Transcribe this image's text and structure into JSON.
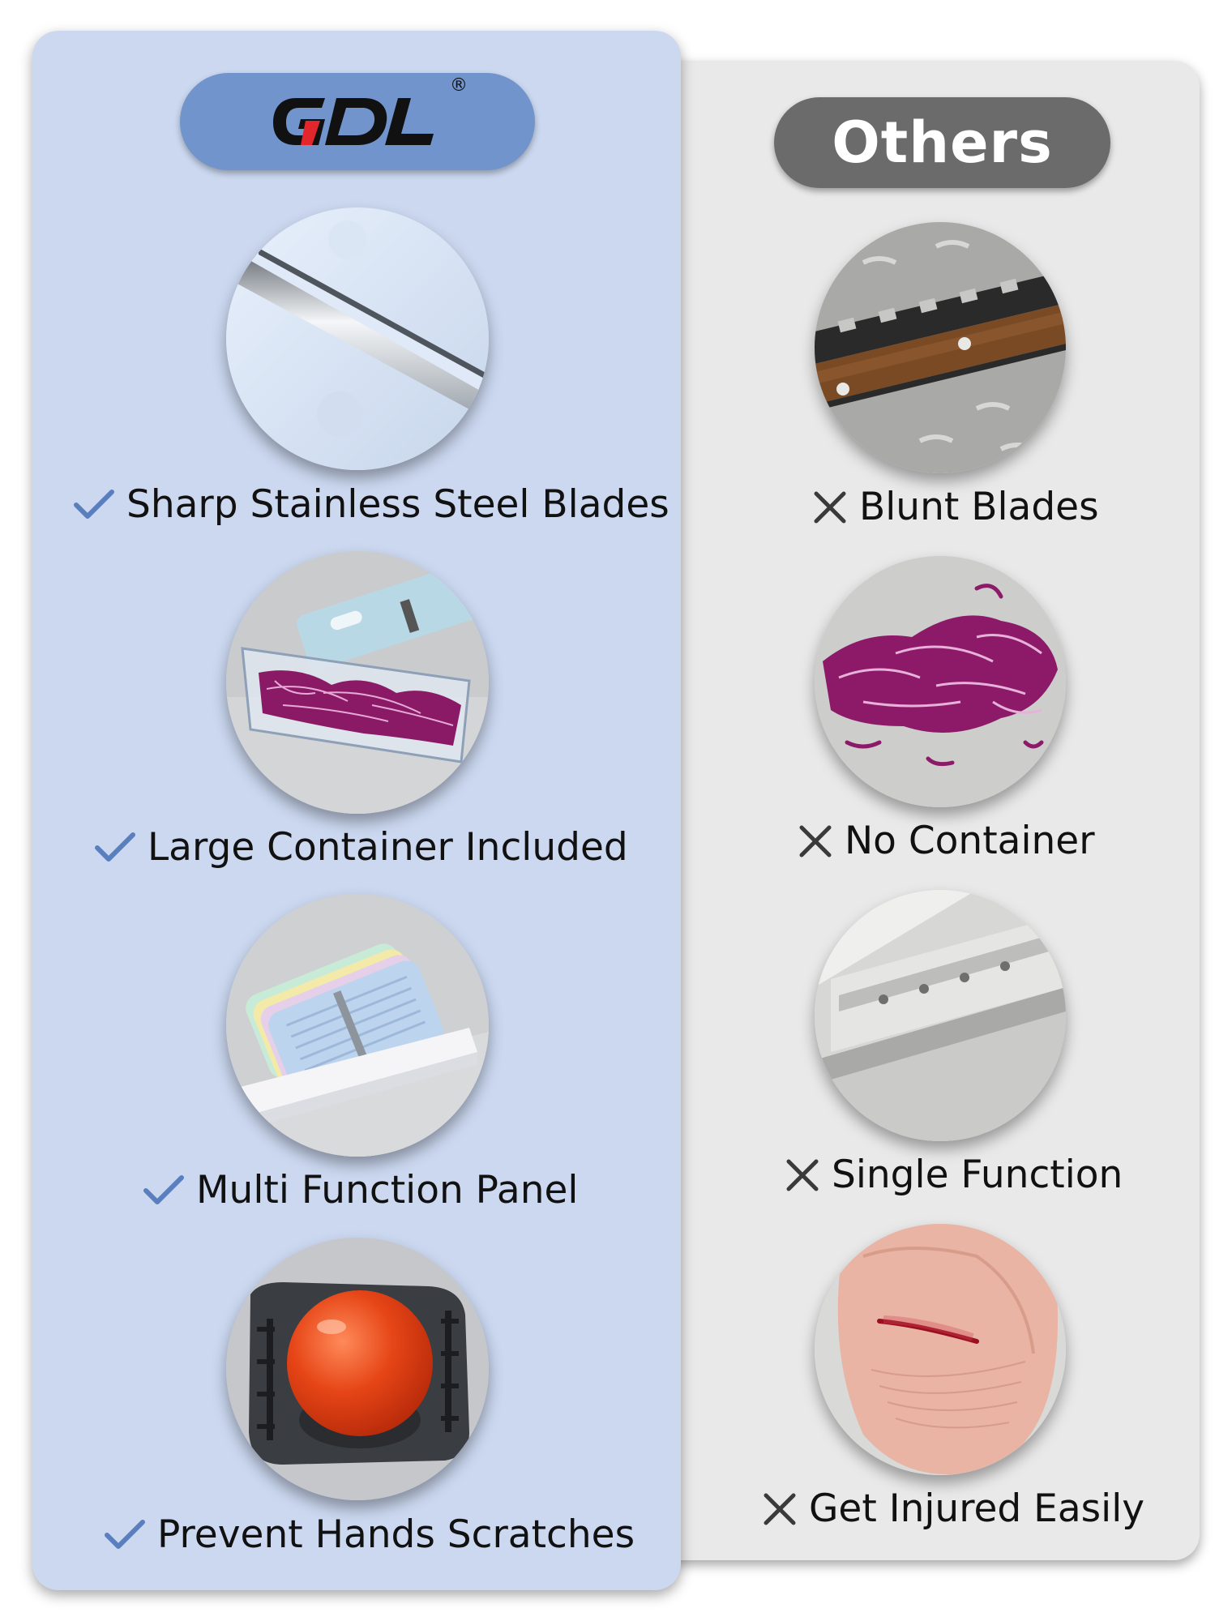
{
  "brand": {
    "logo_text": "GDL",
    "registered_mark": "®",
    "colors": {
      "gdl_panel": "#cbd8f0",
      "gdl_pill": "#7094cb",
      "logo_red": "#e3262b"
    }
  },
  "competitor": {
    "title": "Others",
    "colors": {
      "panel": "#e9e9e9",
      "pill": "#6b6b6b"
    }
  },
  "gdl_features": [
    {
      "label": "Sharp Stainless Steel Blades",
      "icon": "check-icon",
      "image": "stainless-blade-photo"
    },
    {
      "label": "Large Container Included",
      "icon": "check-icon",
      "image": "container-with-cabbage-photo"
    },
    {
      "label": "Multi Function Panel",
      "icon": "check-icon",
      "image": "multi-blade-panels-photo"
    },
    {
      "label": "Prevent Hands Scratches",
      "icon": "check-icon",
      "image": "hand-guard-tomato-photo"
    }
  ],
  "other_features": [
    {
      "label": "Blunt Blades",
      "icon": "cross-icon",
      "image": "rusty-blade-photo"
    },
    {
      "label": "No Container",
      "icon": "cross-icon",
      "image": "loose-cabbage-photo"
    },
    {
      "label": "Single Function",
      "icon": "cross-icon",
      "image": "single-blade-photo"
    },
    {
      "label": "Get Injured Easily",
      "icon": "cross-icon",
      "image": "cut-finger-photo"
    }
  ],
  "check_color": "#5a7fbf",
  "cross_color": "#3a3a3a"
}
